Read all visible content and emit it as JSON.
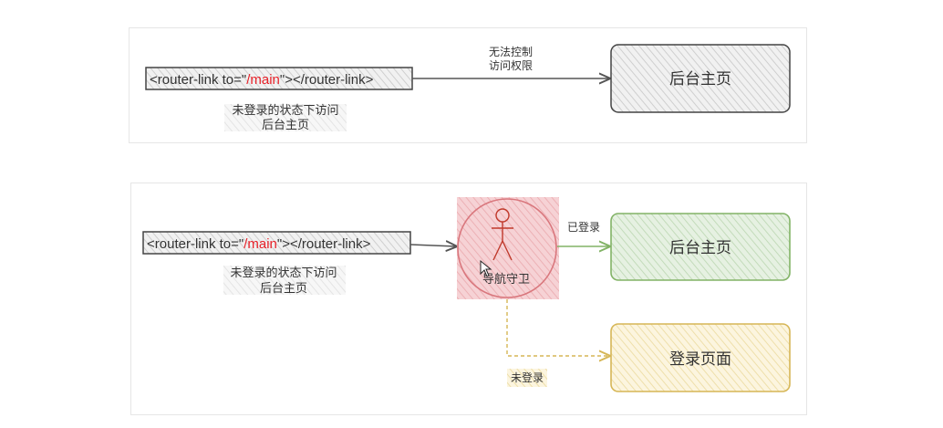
{
  "diagram1": {
    "code_prefix": "<router-link to=\"",
    "code_path": "/main",
    "code_suffix": "\"></router-link>",
    "edge_label_line1": "无法控制",
    "edge_label_line2": "访问权限",
    "caption_line1": "未登录的状态下访问",
    "caption_line2": "后台主页",
    "target_box": "后台主页"
  },
  "diagram2": {
    "code_prefix": "<router-link to=\"",
    "code_path": "/main",
    "code_suffix": "\"></router-link>",
    "caption_line1": "未登录的状态下访问",
    "caption_line2": "后台主页",
    "guard_label": "导航守卫",
    "logged_in_label": "已登录",
    "logged_in_box": "后台主页",
    "not_logged_in_label": "未登录",
    "login_box": "登录页面"
  },
  "colors": {
    "code_path": "#e8222a",
    "gray_box_fill": "#e9e9e9",
    "green_box_fill": "#dcebd9",
    "green_box_stroke": "#82b366",
    "yellow_box_fill": "#fbf3d8",
    "yellow_box_stroke": "#d6b656",
    "guard_fill": "#f5c6c8",
    "guard_stroke": "#d9777d",
    "dashed_arrow": "#d6b656"
  }
}
